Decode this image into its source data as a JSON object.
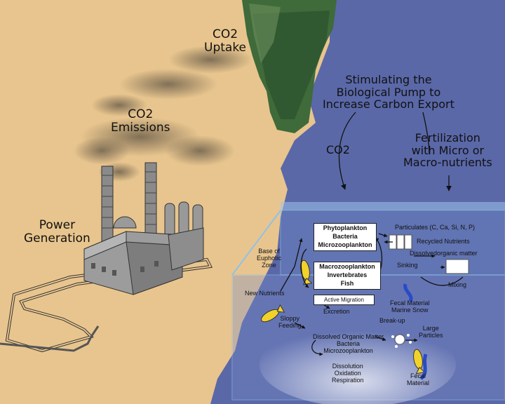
{
  "land_labels": {
    "co2_uptake": [
      "CO2",
      "Uptake"
    ],
    "co2_emissions": [
      "CO2",
      "Emissions"
    ],
    "power_generation": [
      "Power",
      "Generation"
    ]
  },
  "ocean_labels": {
    "stimulating": [
      "Stimulating the",
      "Biological Pump to",
      "Increase Carbon Export"
    ],
    "co2_ocean": "CO2",
    "fertilization": [
      "Fertilization",
      "with Micro or",
      "Macro-nutrients"
    ]
  },
  "diagram": {
    "box_phyto": [
      "Phytoplankton",
      "Bacteria",
      "Microzooplankton"
    ],
    "box_macro": [
      "Macrozooplankton",
      "Invertebrates",
      "Fish"
    ],
    "box_migration": "Active Migration",
    "particulates": "Particulates (C, Ca, Si, N, P)",
    "recycled_nutrients": "Recycled Nutrients",
    "dissolved_organic_matter_top": "Dissolvedorganic matter",
    "sinking": "Sinking",
    "mixing": "Mixing",
    "base_euphotic": [
      "Base of",
      "Euphotic",
      "Zone"
    ],
    "new_nutrients": "New Nutrients",
    "excretion": "Excretion",
    "sloppy_feeding": [
      "Sloppy",
      "Feeding"
    ],
    "fecal_marine": [
      "Fecal Material",
      "Marine Snow"
    ],
    "break_up": "Break-up",
    "large_particles": [
      "Large",
      "Particles"
    ],
    "dom_bottom": [
      "Dissolved Organic Matter",
      "Bacteria",
      "Microzooplankton"
    ],
    "dissolution": [
      "Dissolution",
      "Oxidation",
      "Respiration"
    ],
    "fecal_material": [
      "Fecal",
      "Material"
    ]
  },
  "colors": {
    "land": "#e8c58e",
    "ocean": "#5a68a8",
    "forest": "#3f6a3a",
    "smoke": "#6b5e4c",
    "tank": "#7fb3e0",
    "fish": "#f2d22a"
  }
}
